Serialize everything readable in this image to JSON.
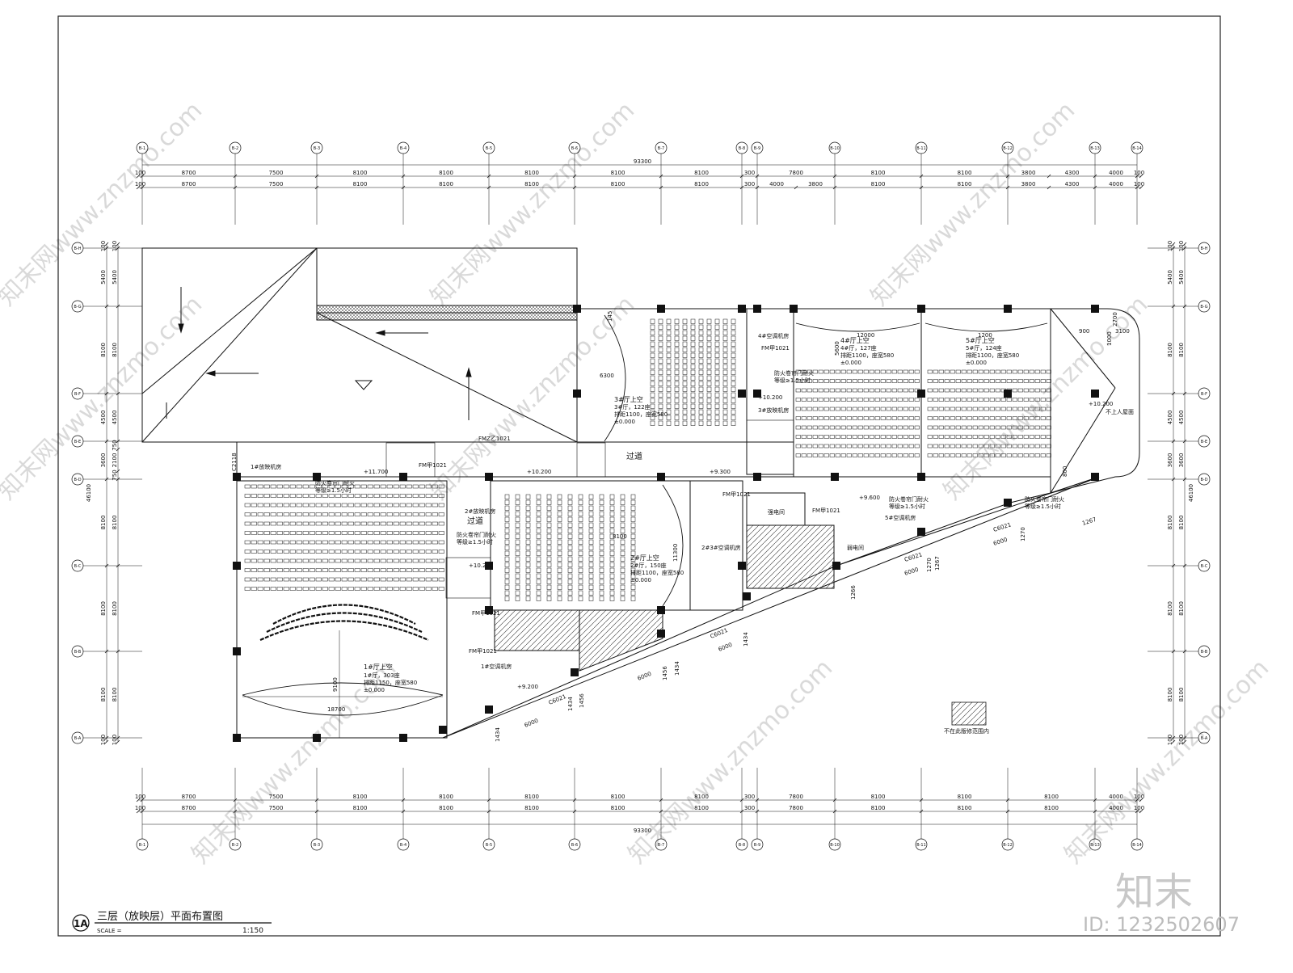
{
  "drawing": {
    "title": "三层（放映层）平面布置图",
    "sheet_no": "1A",
    "scale_label": "SCALE =",
    "scale_value": "1:150"
  },
  "branding": {
    "logo_text": "知末",
    "id_text": "ID: 1232502607",
    "watermark": "知末网www.znzmo.com"
  },
  "grid": {
    "columns": [
      "B-1",
      "B-2",
      "B-3",
      "B-4",
      "B-5",
      "B-6",
      "B-7",
      "B-8",
      "B-9",
      "B-10",
      "B-11",
      "B-12",
      "B-13",
      "B-14"
    ],
    "rows": [
      "B-H",
      "B-G",
      "B-F",
      "B-E",
      "B-D",
      "B-C",
      "B-B",
      "B-A"
    ]
  },
  "dimensions": {
    "top_total": "93300",
    "bottom_total": "93300",
    "top_row1": [
      "100",
      "8700",
      "7500",
      "8100",
      "8100",
      "8100",
      "8100",
      "8100",
      "300",
      "7800",
      "8100",
      "8100",
      "3800",
      "4300",
      "4000",
      "100"
    ],
    "top_row2": [
      "100",
      "8700",
      "7500",
      "8100",
      "8100",
      "8100",
      "8100",
      "8100",
      "300",
      "4000",
      "3800",
      "8100",
      "8100",
      "3800",
      "4300",
      "4000",
      "100"
    ],
    "bottom_row1": [
      "100",
      "8700",
      "7500",
      "8100",
      "8100",
      "8100",
      "8100",
      "8100",
      "300",
      "7800",
      "8100",
      "8100",
      "8100",
      "4000",
      "100"
    ],
    "bottom_row2": [
      "100",
      "8700",
      "7500",
      "8100",
      "8100",
      "8100",
      "8100",
      "8100",
      "300",
      "7800",
      "8100",
      "8100",
      "8100",
      "4000",
      "100"
    ],
    "side_total": "46100",
    "left_col1": [
      "100",
      "5400",
      "8100",
      "4500",
      "3600",
      "8100",
      "8100",
      "8100",
      "100"
    ],
    "left_col2": [
      "100",
      "5400",
      "8100",
      "4500",
      "750",
      "2100",
      "750",
      "8100",
      "8100",
      "8100",
      "100"
    ],
    "right_col1": [
      "100",
      "5400",
      "8100",
      "4500",
      "3600",
      "8100",
      "8100",
      "8100",
      "100"
    ],
    "right_col2": [
      "100",
      "5400",
      "8100",
      "4500",
      "3600",
      "8100",
      "8100",
      "8100",
      "100"
    ]
  },
  "rooms": {
    "hall1": {
      "name": "1#厅上空",
      "seats": "1#厅，303座",
      "spec": "排距1150，座宽580",
      "level": "±0.000"
    },
    "hall2": {
      "name": "2#厅上空",
      "seats": "2#厅，150座",
      "spec": "排距1100，座宽580",
      "level": "±0.000"
    },
    "hall3": {
      "name": "3#厅上空",
      "seats": "3#厅，122座",
      "spec": "排距1100，座宽580",
      "level": "±0.000"
    },
    "hall4": {
      "name": "4#厅上空",
      "seats": "4#厅，127座",
      "spec": "排距1100，座宽580",
      "level": "±0.000"
    },
    "hall5": {
      "name": "5#厅上空",
      "seats": "5#厅，124座",
      "spec": "排距1100，座宽580",
      "level": "±0.000"
    },
    "proj1": "1#放映机房",
    "proj2": "2#放映机房",
    "proj3": "3#放映机房",
    "ac1": "1#空调机房",
    "ac23": "2#3#空调机房",
    "ac4": "4#空调机房",
    "ac5": "5#空调机房",
    "corridor": "过道",
    "corridor2": "过道",
    "elec": "强电间",
    "elec2": "弱电间",
    "roof": "不上人屋面",
    "fire_shutter": "防火卷帘门耐火",
    "fire_rating": "等级≥1.5小时",
    "legend_note": "不在此版修范围内"
  },
  "labels": {
    "door": "FM甲1021",
    "window": "C6021",
    "level_a": "+11.700",
    "level_b": "+10.200",
    "level_c": "+9.300",
    "level_d": "+9.200",
    "level_e": "+9.600",
    "c2118": "C2118",
    "fmz": "FMZ乙1021",
    "dims_room": [
      "6300",
      "8100",
      "12000",
      "5600",
      "1200",
      "9100",
      "18700",
      "11300",
      "800",
      "900",
      "1000",
      "3100",
      "2700",
      "145"
    ],
    "window_dims": [
      "6000",
      "1434",
      "1456",
      "1270",
      "1267",
      "1266"
    ]
  }
}
